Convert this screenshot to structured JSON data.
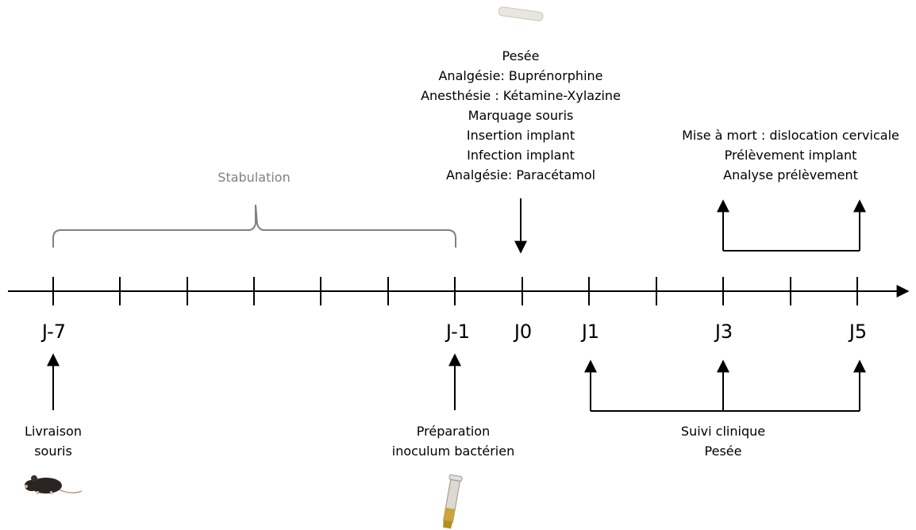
{
  "colors": {
    "line": "#000000",
    "bracket": "#808080",
    "stabulation_text": "#808080",
    "text": "#000000"
  },
  "days": [
    "J-7",
    "J-1",
    "J0",
    "J1",
    "J3",
    "J5"
  ],
  "stabulation": "Stabulation",
  "j0_procedures": [
    "Pesée",
    "Analgésie: Buprénorphine",
    "Anesthésie : Kétamine-Xylazine",
    "Marquage souris",
    "Insertion implant",
    "Infection implant",
    "Analgésie: Paracétamol"
  ],
  "end_procedures": [
    "Mise à mort : dislocation cervicale",
    "Prélèvement implant",
    "Analyse prélèvement"
  ],
  "delivery": [
    "Livraison",
    "souris"
  ],
  "preparation": [
    "Préparation",
    "inoculum bactérien"
  ],
  "followup": [
    "Suivi clinique",
    "Pesée"
  ],
  "icons": [
    "implant-icon",
    "mouse-icon",
    "test-tube-icon"
  ]
}
